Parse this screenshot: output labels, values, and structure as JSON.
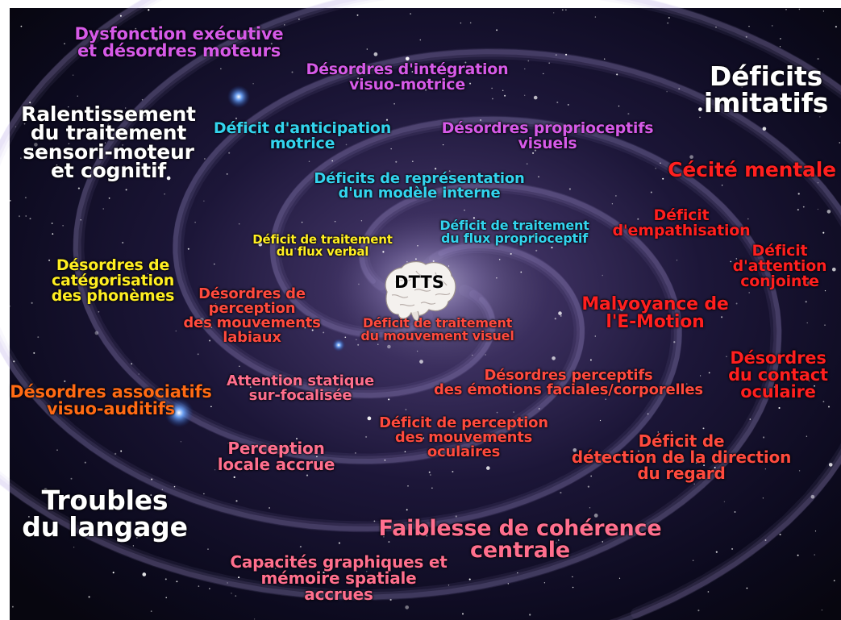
{
  "center": {
    "label": "DTTS"
  },
  "labels": [
    {
      "id": "dysfonction-executive",
      "text": "Dysfonction exécutive\net désordres moteurs",
      "color": "magenta"
    },
    {
      "id": "desordres-integration",
      "text": "Désordres d'intégration\nvisuo-motrice",
      "color": "magenta"
    },
    {
      "id": "deficits-imitatifs",
      "text": "Déficits\nimitatifs",
      "color": "white"
    },
    {
      "id": "ralentissement",
      "text": "Ralentissement\ndu traitement\nsensori-moteur\net cognitif",
      "color": "white"
    },
    {
      "id": "deficit-anticipation",
      "text": "Déficit d'anticipation\nmotrice",
      "color": "cyan"
    },
    {
      "id": "desordres-proprioceptifs",
      "text": "Désordres proprioceptifs\nvisuels",
      "color": "magenta"
    },
    {
      "id": "cecite-mentale",
      "text": "Cécité mentale",
      "color": "red"
    },
    {
      "id": "deficits-representation",
      "text": "Déficits de représentation\nd'un modèle interne",
      "color": "cyan"
    },
    {
      "id": "deficit-empathisation",
      "text": "Déficit\nd'empathisation",
      "color": "red"
    },
    {
      "id": "deficit-flux-proprioceptif",
      "text": "Déficit de traitement\ndu flux proprioceptif",
      "color": "cyan"
    },
    {
      "id": "deficit-flux-verbal",
      "text": "Déficit de traitement\ndu flux verbal",
      "color": "yellow"
    },
    {
      "id": "deficit-attention-conjointe",
      "text": "Déficit\nd'attention\nconjointe",
      "color": "red"
    },
    {
      "id": "desordres-categorisation",
      "text": "Désordres de\ncatégorisation\ndes phonèmes",
      "color": "yellow"
    },
    {
      "id": "desordres-perception-labiaux",
      "text": "Désordres de\nperception\ndes mouvements\nlabiaux",
      "color": "salmon"
    },
    {
      "id": "malvoyance",
      "text": "Malvoyance de\nl'E-Motion",
      "color": "red"
    },
    {
      "id": "deficit-mouvement-visuel",
      "text": "Déficit de traitement\ndu mouvement visuel",
      "color": "salmon"
    },
    {
      "id": "desordres-contact-oculaire",
      "text": "Désordres\ndu contact\noculaire",
      "color": "red"
    },
    {
      "id": "attention-statique",
      "text": "Attention statique\nsur-focalisée",
      "color": "pink"
    },
    {
      "id": "desordres-perceptifs-emotions",
      "text": "Désordres perceptifs\ndes émotions faciales/corporelles",
      "color": "salmon"
    },
    {
      "id": "desordres-associatifs",
      "text": "Désordres associatifs\nvisuo-auditifs",
      "color": "orange"
    },
    {
      "id": "deficit-perception-oculaires",
      "text": "Déficit de perception\ndes mouvements\noculaires",
      "color": "salmon"
    },
    {
      "id": "perception-locale",
      "text": "Perception\nlocale accrue",
      "color": "pink"
    },
    {
      "id": "deficit-direction-regard",
      "text": "Déficit de\ndétection de la direction\ndu regard",
      "color": "salmon"
    },
    {
      "id": "troubles-langage",
      "text": "Troubles\ndu langage",
      "color": "white"
    },
    {
      "id": "faiblesse-coherence",
      "text": "Faiblesse de cohérence\ncentrale",
      "color": "pink"
    },
    {
      "id": "capacites-graphiques",
      "text": "Capacités graphiques et\nmémoire spatiale\naccrues",
      "color": "pink"
    }
  ]
}
